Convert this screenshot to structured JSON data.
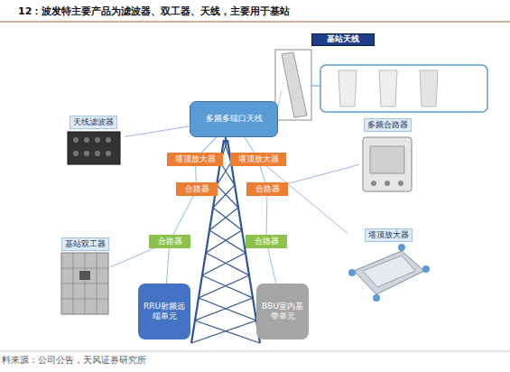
{
  "diagram": {
    "title": "12：波发特主要产品为滤波器、双工器、天线，主要用于基站",
    "caption": "料来源：公司公告，天风证券研究所",
    "nodes": [
      {
        "text": [
          "基站天线"
        ]
      },
      {
        "text": [
          "多频多端口天线"
        ]
      },
      {
        "text": [
          "天线滤波器"
        ]
      },
      {
        "text": [
          "多频合路器"
        ]
      },
      {
        "text": [
          "塔顶放大器"
        ]
      },
      {
        "text": [
          "塔顶放大器"
        ]
      },
      {
        "text": [
          "合路器"
        ]
      },
      {
        "text": [
          "合路器"
        ]
      },
      {
        "text": [
          "塔顶放大器"
        ]
      },
      {
        "text": [
          "合路器"
        ]
      },
      {
        "text": [
          "合路器"
        ]
      },
      {
        "text": [
          "基站双工器"
        ]
      },
      {
        "text": [
          "RRU射频远端单元"
        ]
      },
      {
        "text": [
          "BBU室内基带单元"
        ]
      }
    ],
    "edges": [
      {
        "from": 2,
        "to": 1,
        "arrow": "none"
      },
      {
        "from": 1,
        "to": 4,
        "arrow": "none"
      },
      {
        "from": 1,
        "to": 5,
        "arrow": "none"
      },
      {
        "from": 4,
        "to": 6,
        "arrow": "none"
      },
      {
        "from": 5,
        "to": 7,
        "arrow": "none"
      },
      {
        "from": 3,
        "to": 7,
        "arrow": "none"
      },
      {
        "from": 8,
        "to": 5,
        "arrow": "none"
      },
      {
        "from": 6,
        "to": 9,
        "arrow": "none"
      },
      {
        "from": 7,
        "to": 10,
        "arrow": "none"
      },
      {
        "from": 11,
        "to": 9,
        "arrow": "none"
      },
      {
        "from": 9,
        "to": 12,
        "arrow": "none"
      },
      {
        "from": 10,
        "to": 13,
        "arrow": "none"
      }
    ]
  }
}
